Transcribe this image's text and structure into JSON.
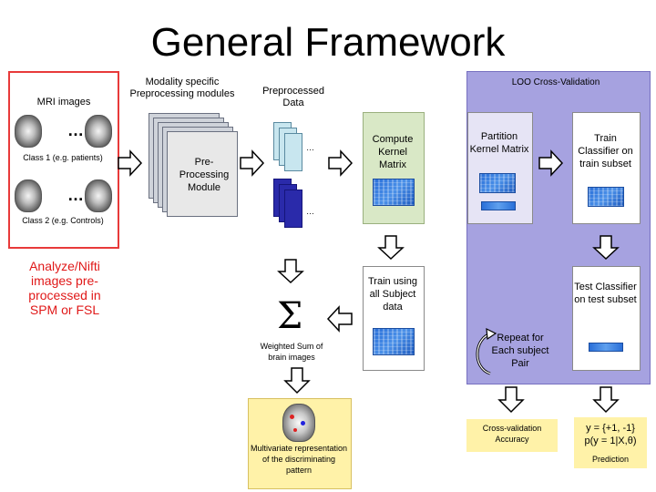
{
  "title": "General Framework",
  "mri": {
    "label": "MRI images",
    "class1": "Class 1 (e.g. patients)",
    "class2": "Class 2 (e.g. Controls)",
    "ellipsis": "…",
    "note": "Analyze/Nifti images pre-processed in SPM or FSL"
  },
  "preprocessing": {
    "header": "Modality specific Preprocessing modules",
    "module": "Pre-Processing Module"
  },
  "preprocessed": {
    "header": "Preprocessed Data",
    "ellipsis": "…"
  },
  "kernel": {
    "compute": "Compute Kernel Matrix"
  },
  "train_all": "Train using all Subject data",
  "sum": {
    "symbol": "Σ",
    "label": "Weighted Sum of brain images"
  },
  "multivariate": "Multivariate representation of the discriminating pattern",
  "loo": {
    "header": "LOO Cross-Validation",
    "partition": "Partition Kernel Matrix",
    "train": "Train Classifier on train subset",
    "test": "Test Classifier on test subset",
    "repeat": "Repeat for Each subject Pair"
  },
  "outputs": {
    "accuracy": "Cross-validation Accuracy",
    "prediction_line1": "y = {+1, -1}",
    "prediction_line2": "p(y = 1|X,θ)",
    "prediction_label": "Prediction"
  },
  "colors": {
    "red_border": "#e83a3a",
    "lavender": "#a6a2e0",
    "green": "#d9e8c6",
    "yellow": "#fff2a8",
    "matrix_blue": "#2a6fd8"
  }
}
